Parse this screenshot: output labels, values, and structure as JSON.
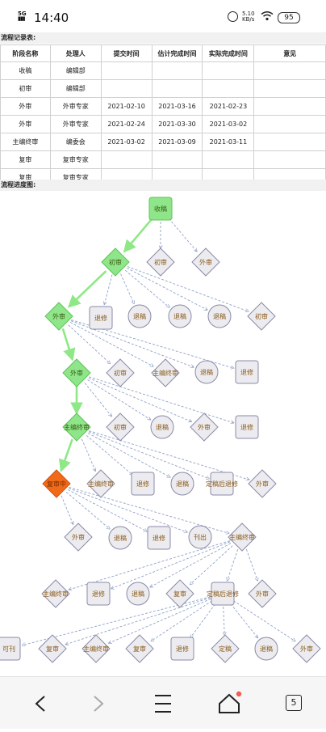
{
  "status_bar": {
    "network": "5G",
    "time": "14:40",
    "speed_value": "5.10",
    "speed_unit": "KB/s",
    "battery": "95"
  },
  "record_section": {
    "title": "流程记录表:",
    "headers": [
      "阶段名称",
      "处理人",
      "提交时间",
      "估计完成时间",
      "实际完成时间",
      "意见"
    ],
    "rows": [
      [
        "收稿",
        "编辑部",
        "",
        "",
        "",
        ""
      ],
      [
        "初审",
        "编辑部",
        "",
        "",
        "",
        ""
      ],
      [
        "外审",
        "外审专家",
        "2021-02-10",
        "2021-03-16",
        "2021-02-23",
        ""
      ],
      [
        "外审",
        "外审专家",
        "2021-02-24",
        "2021-03-30",
        "2021-03-02",
        ""
      ],
      [
        "主编终审",
        "编委会",
        "2021-03-02",
        "2021-03-09",
        "2021-03-11",
        ""
      ],
      [
        "复审",
        "复审专家",
        "",
        "",
        "",
        ""
      ],
      [
        "复审",
        "复审专家",
        "",
        "",
        "",
        ""
      ]
    ]
  },
  "flow_section": {
    "title": "流程进度图:",
    "nodes": {
      "shougao": "收稿",
      "chushen_main": "初审",
      "chushen_alt": "初审",
      "waishen_alt": "外审",
      "waishen1": "外审",
      "r1_tuixiu": "退修",
      "r1_tuigao1": "退稿",
      "r1_tuigao2": "退稿",
      "r1_tuigao3": "退稿",
      "r1_chushen": "初审",
      "waishen2": "外审",
      "r2_chushen": "初审",
      "r2_zhubian": "主编终审",
      "r2_tuigao": "退稿",
      "r2_tuixiu": "退修",
      "zhubian1": "主编终审",
      "r3_chushen": "初审",
      "r3_tuigao": "退稿",
      "r3_waishen": "外审",
      "r3_tuixiu": "退修",
      "fushen_current": "复审中",
      "r4_zhubian": "主编终审",
      "r4_tuixiu": "退修",
      "r4_tuigao": "退稿",
      "r4_dinggao": "定稿后退修",
      "r4_waishen": "外审",
      "r5_waishen": "外审",
      "r5_tuigao": "退稿",
      "r5_tuixiu": "退修",
      "r5_kanchu": "刊出",
      "r5_zhubian": "主编终审",
      "r6_zhubian": "主编终审",
      "r6_tuixiu": "退修",
      "r6_tuigao": "退稿",
      "r6_fushen": "复审",
      "r6_dinggao": "定稿后退修",
      "r6_waishen": "外审",
      "r7_kekan": "可刊",
      "r7_fushen1": "复审",
      "r7_zhubian": "主编终审",
      "r7_fushen2": "复审",
      "r7_tuixiu": "退修",
      "r7_dinggao": "定稿",
      "r7_tuigao": "退稿",
      "r7_waishen": "外审"
    }
  },
  "bottom_nav": {
    "tab_count": "5"
  },
  "colors": {
    "done_fill": "#8fe68a",
    "done_border": "#5cc457",
    "current_fill": "#f06a1a",
    "pending_fill": "#ececf0",
    "pending_border": "#8a8aa8",
    "progress_edge": "#8ee886",
    "dashed_edge": "#8fa3c8",
    "label": "#8a5a1a"
  }
}
